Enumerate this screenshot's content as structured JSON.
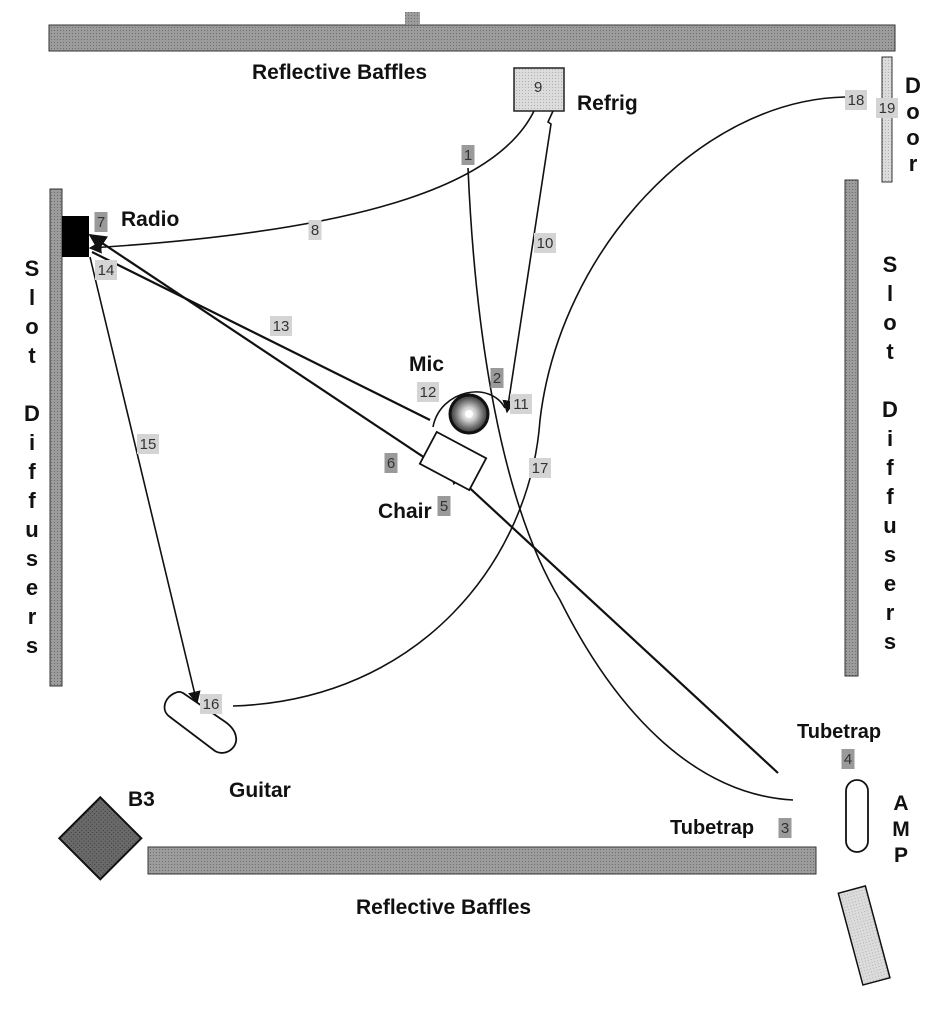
{
  "title": "Studio room acoustic reflection diagram",
  "labels": {
    "top_baffles": "Reflective Baffles",
    "bottom_baffles": "Reflective Baffles",
    "refrig": "Refrig",
    "radio": "Radio",
    "mic": "Mic",
    "chair": "Chair",
    "guitar": "Guitar",
    "b3": "B3",
    "tubetrap_top": "Tubetrap",
    "tubetrap_bottom": "Tubetrap",
    "amp": [
      "A",
      "M",
      "P"
    ],
    "door": [
      "D",
      "o",
      "o",
      "r"
    ],
    "left_diffusers": [
      "S",
      "l",
      "o",
      "t",
      "",
      "D",
      "i",
      "f",
      "f",
      "u",
      "s",
      "e",
      "r",
      "s"
    ],
    "right_diffusers": [
      "S",
      "l",
      "o",
      "t",
      "",
      "D",
      "i",
      "f",
      "f",
      "u",
      "s",
      "e",
      "r",
      "s"
    ]
  },
  "markers": {
    "m1": "1",
    "m2": "2",
    "m3": "3",
    "m4": "4",
    "m5": "5",
    "m6": "6",
    "m7": "7",
    "m8": "8",
    "m9": "9",
    "m10": "10",
    "m11": "11",
    "m12": "12",
    "m13": "13",
    "m14": "14",
    "m15": "15",
    "m16": "16",
    "m17": "17",
    "m18": "18",
    "m19": "19"
  },
  "colors": {
    "baffle": "#8c8c8c",
    "diffuser": "#7a7a7a",
    "b3": "#5a5a5a",
    "radio": "#000000",
    "line": "#111111"
  }
}
